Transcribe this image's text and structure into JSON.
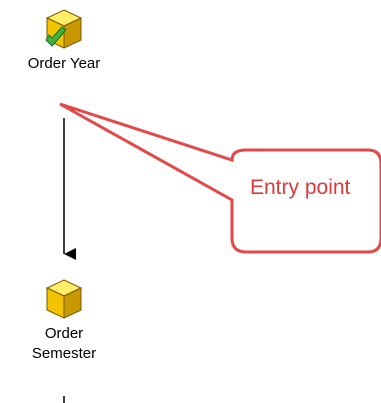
{
  "diagram": {
    "nodes": [
      {
        "id": "order-year",
        "label": "Order Year",
        "icon": "cube-icon",
        "badge": "checkmark-icon"
      },
      {
        "id": "order-semester",
        "label": "Order Semester",
        "icon": "cube-icon"
      }
    ],
    "edges": [
      {
        "from": "order-year",
        "to": "order-semester"
      }
    ]
  },
  "callout": {
    "text": "Entry point",
    "target": "order-year",
    "color": "#d93a3a"
  },
  "colors": {
    "cube_top": "#ffee66",
    "cube_left": "#f2c400",
    "cube_right": "#c99700",
    "cube_edge": "#7a5a00",
    "check": "#3cb23c",
    "check_edge": "#1f6f1f"
  }
}
